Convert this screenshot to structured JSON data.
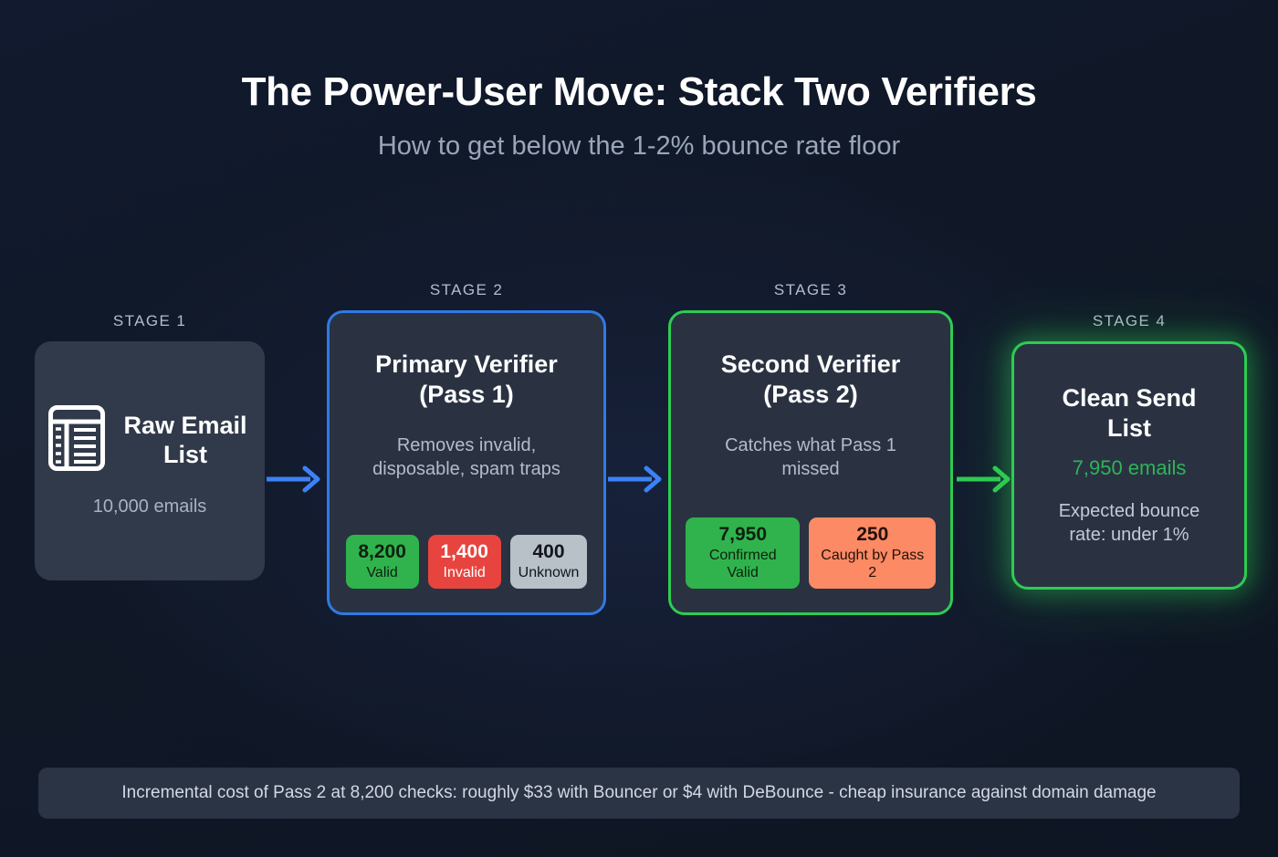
{
  "header": {
    "title": "The Power-User Move: Stack Two Verifiers",
    "subtitle": "How to get below the 1-2% bounce rate floor"
  },
  "colors": {
    "background": "#111a2e",
    "card_default": "#2a3242",
    "card_stage1": "#313a4b",
    "accent_blue": "#2f7ae5",
    "accent_green": "#2ecc52",
    "badge_green": "#30b34d",
    "badge_red": "#e8443f",
    "badge_gray": "#b8c0c8",
    "badge_orange": "#fb8a65",
    "text_green": "#2eb457",
    "footer_bar": "#2b3444"
  },
  "stages": [
    {
      "label": "STAGE 1",
      "icon": "list-table-icon",
      "title": "Raw Email List",
      "count": "10,000 emails"
    },
    {
      "label": "STAGE 2",
      "title_line1": "Primary Verifier",
      "title_line2": "(Pass 1)",
      "desc_line1": "Removes invalid,",
      "desc_line2": "disposable, spam traps",
      "badges": [
        {
          "number": "8,200",
          "label": "Valid",
          "style": "green"
        },
        {
          "number": "1,400",
          "label": "Invalid",
          "style": "red"
        },
        {
          "number": "400",
          "label": "Unknown",
          "style": "gray"
        }
      ]
    },
    {
      "label": "STAGE 3",
      "title_line1": "Second Verifier",
      "title_line2": "(Pass 2)",
      "desc_line1": "Catches what Pass 1",
      "desc_line2": "missed",
      "badges": [
        {
          "number": "7,950",
          "label": "Confirmed Valid",
          "style": "green"
        },
        {
          "number": "250",
          "label": "Caught by Pass 2",
          "style": "orange"
        }
      ]
    },
    {
      "label": "STAGE 4",
      "title_line1": "Clean Send",
      "title_line2": "List",
      "emails": "7,950 emails",
      "note_line1": "Expected bounce",
      "note_line2": "rate: under 1%"
    }
  ],
  "arrows": [
    {
      "name": "arrow-stage1-to-stage2",
      "color": "#3b82f6"
    },
    {
      "name": "arrow-stage2-to-stage3",
      "color": "#3b82f6"
    },
    {
      "name": "arrow-stage3-to-stage4",
      "color": "#2ecc52"
    }
  ],
  "footer": {
    "text": "Incremental cost of Pass 2 at 8,200 checks: roughly $33 with Bouncer or $4 with DeBounce - cheap insurance against domain damage"
  }
}
